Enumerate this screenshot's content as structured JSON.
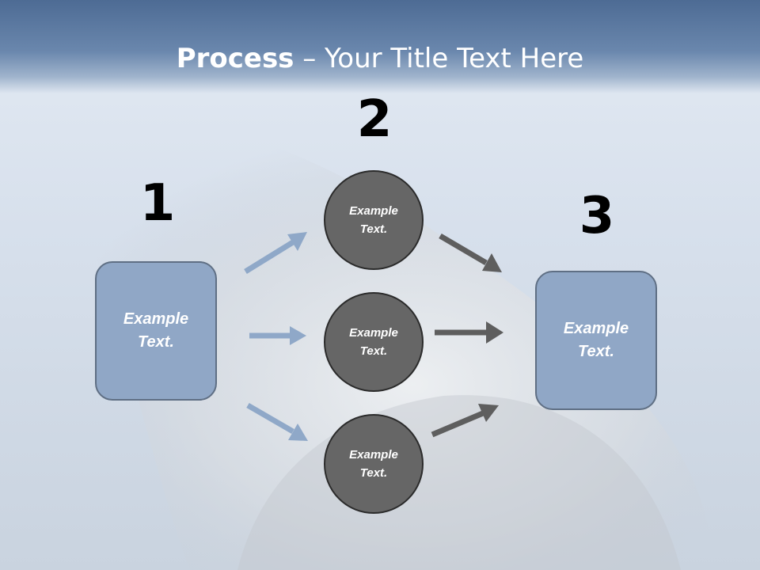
{
  "slide": {
    "title_bold": "Process",
    "title_rest": " – Your Title Text Here"
  },
  "steps": {
    "one": "1",
    "two": "2",
    "three": "3"
  },
  "left_box": {
    "text": "Example\nText."
  },
  "right_box": {
    "text": "Example\nText."
  },
  "circles": [
    {
      "text": "Example\nText."
    },
    {
      "text": "Example\nText."
    },
    {
      "text": "Example\nText."
    }
  ],
  "colors": {
    "box_fill": "#90a7c6",
    "circle_fill": "#666666",
    "left_arrow": "#8fa8c8",
    "right_arrow": "#5e5e5e"
  }
}
